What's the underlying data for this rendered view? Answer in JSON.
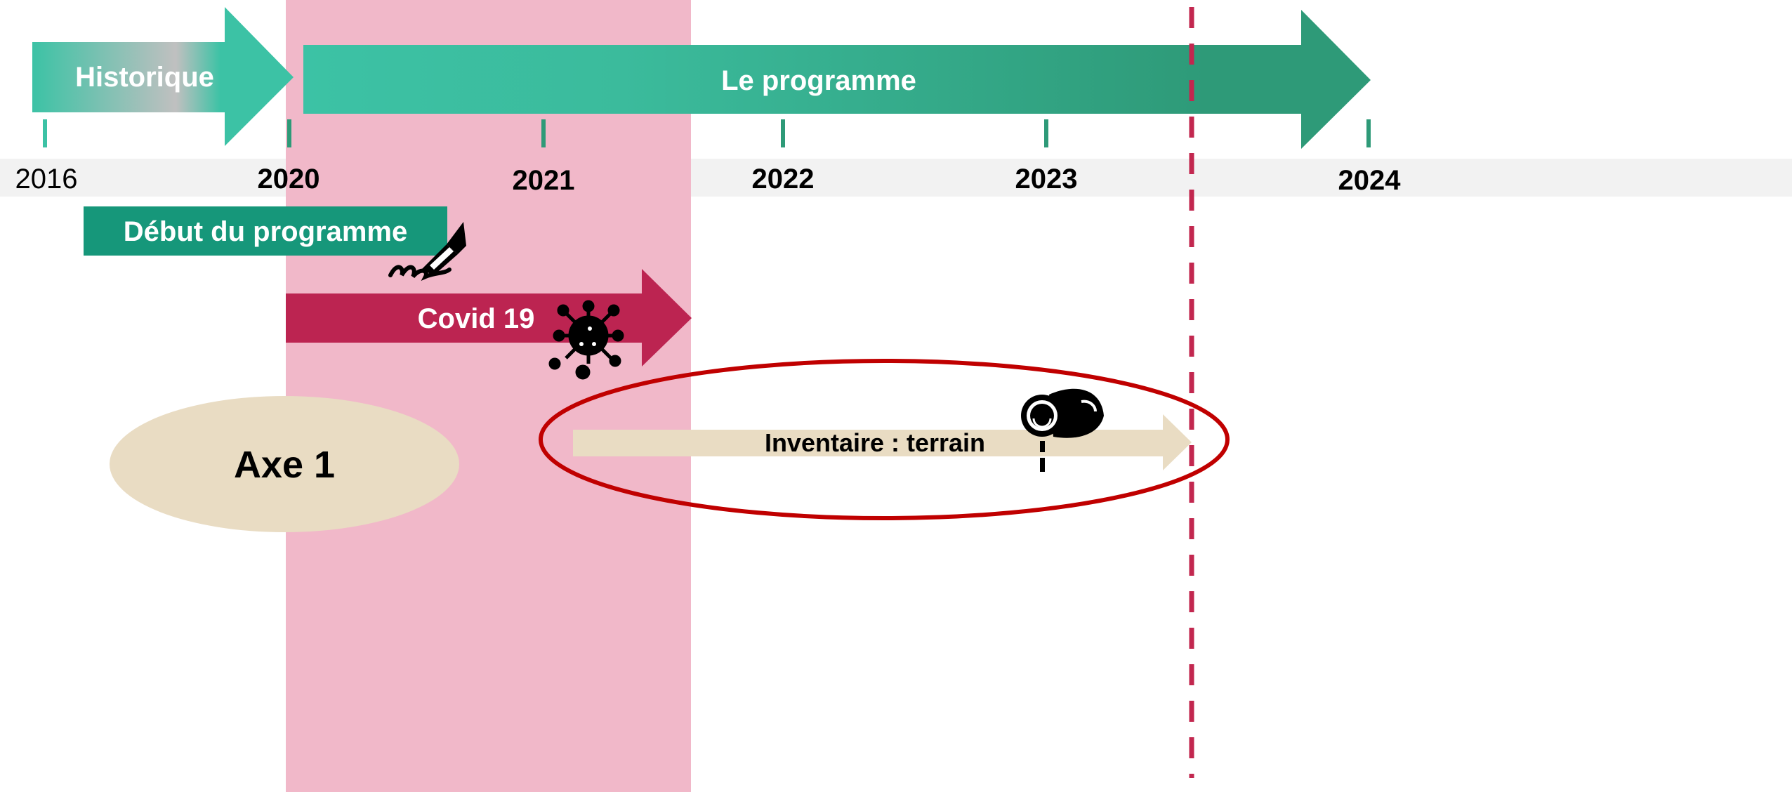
{
  "timeline": {
    "years": [
      {
        "label": "2016",
        "bold": false
      },
      {
        "label": "2020",
        "bold": true
      },
      {
        "label": "2021",
        "bold": true
      },
      {
        "label": "2022",
        "bold": true
      },
      {
        "label": "2023",
        "bold": true
      },
      {
        "label": "2024",
        "bold": true
      }
    ]
  },
  "phases": {
    "historique": "Historique",
    "programme": "Le programme"
  },
  "events": {
    "debut": "Début du programme",
    "covid": "Covid 19"
  },
  "axes": {
    "axe1": "Axe 1",
    "inventaire": "Inventaire : terrain"
  },
  "colors": {
    "teal_light": "#3cc2a5",
    "teal_dark": "#2e9a78",
    "teal_box": "#16977a",
    "grey": "#c0c0c0",
    "covid_red": "#bc2451",
    "pink_band": "#f1b8c9",
    "beige": "#e9dcc3",
    "ellipse_red": "#c00000",
    "dashed_line": "#c2274f",
    "year_band": "#f2f2f2"
  },
  "icons": [
    "signature-pen-icon",
    "virus-icon",
    "magnifier-eye-icon"
  ]
}
